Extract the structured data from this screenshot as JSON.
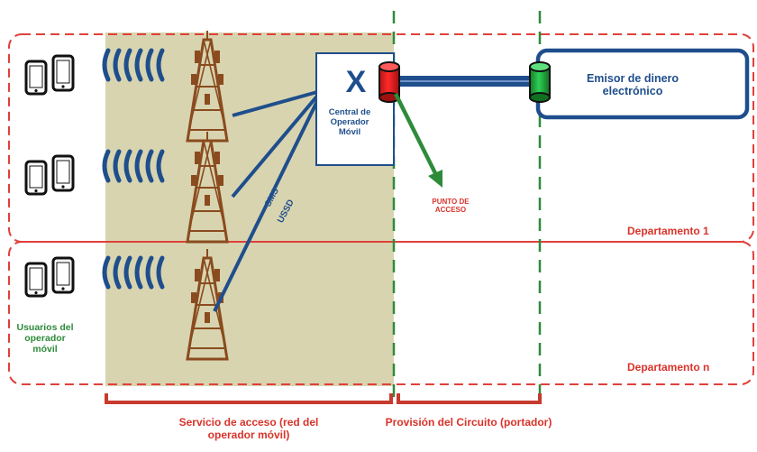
{
  "zones": {
    "department_1": "Departamento 1",
    "department_n": "Departamento n"
  },
  "users_label": "Usuarios del operador móvil",
  "protocol_labels": {
    "sms": "SMS",
    "ussd": "USSD"
  },
  "central": {
    "symbol": "X",
    "label": "Central de Operador Móvil"
  },
  "access_point": "PUNTO DE ACCESO",
  "emitter": "Emisor de dinero electrónico",
  "brackets": {
    "access_service": "Servicio de acceso (red del operador móvil)",
    "circuit_provision": "Provisión del Circuito (portador)"
  },
  "icons": {
    "phone": "smartphone-icon",
    "tower": "cell-tower-icon",
    "signal": "signal-waves-icon",
    "cylinder_red": "database-red-icon",
    "cylinder_green": "database-green-icon"
  },
  "colors": {
    "red_dash": "#e0403a",
    "green_dash": "#2e8b3a",
    "access_area": "#d8d4b0",
    "navy": "#1f4e8c",
    "tower": "#8a4b1e",
    "bracket": "#c83a2e",
    "emitter_border": "#1f4e8c"
  }
}
